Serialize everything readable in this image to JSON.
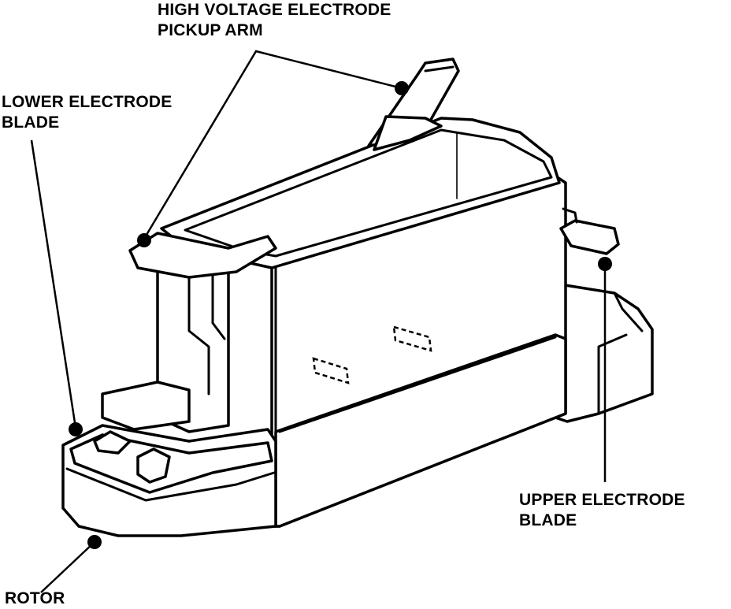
{
  "labels": {
    "hv_line1": "HIGH VOLTAGE ELECTRODE",
    "hv_line2": "PICKUP ARM",
    "lower_line1": "LOWER ELECTRODE",
    "lower_line2": "BLADE",
    "upper_line1": "UPPER ELECTRODE",
    "upper_line2": "BLADE",
    "rotor": "ROTOR"
  },
  "colors": {
    "ink": "#000000",
    "paper": "#ffffff"
  }
}
